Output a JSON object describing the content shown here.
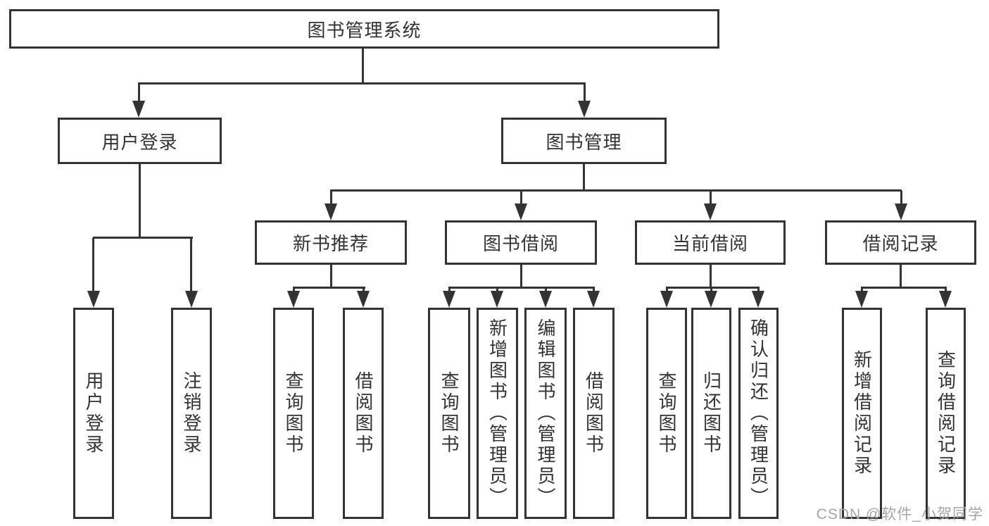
{
  "colors": {
    "line": "#333333",
    "text": "#333333",
    "box_fill": "#ffffff",
    "background": "#ffffff",
    "watermark": "#a6a6a6"
  },
  "tree": {
    "label": "图书管理系统",
    "children": [
      {
        "label": "用户登录",
        "children": [
          {
            "label": "用户登录"
          },
          {
            "label": "注销登录"
          }
        ]
      },
      {
        "label": "图书管理",
        "children": [
          {
            "label": "新书推荐",
            "children": [
              {
                "label": "查询图书"
              },
              {
                "label": "借阅图书"
              }
            ]
          },
          {
            "label": "图书借阅",
            "children": [
              {
                "label": "查询图书"
              },
              {
                "label": "新增图书（管理员）"
              },
              {
                "label": "编辑图书（管理员）"
              },
              {
                "label": "借阅图书"
              }
            ]
          },
          {
            "label": "当前借阅",
            "children": [
              {
                "label": "查询图书"
              },
              {
                "label": "归还图书"
              },
              {
                "label": "确认归还（管理员）"
              }
            ]
          },
          {
            "label": "借阅记录",
            "children": [
              {
                "label": "新增借阅记录"
              },
              {
                "label": "查询借阅记录"
              }
            ]
          }
        ]
      }
    ]
  },
  "watermark": {
    "text": "CSDN @软件_小贺同学"
  }
}
